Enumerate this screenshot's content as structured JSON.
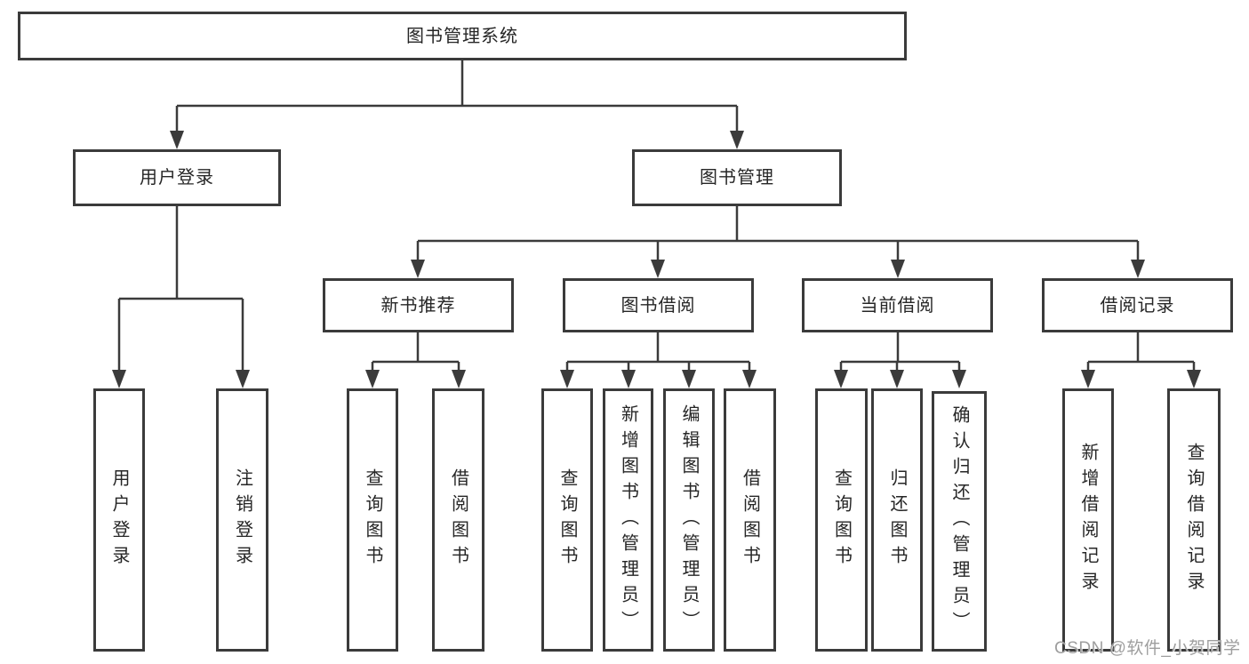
{
  "diagram": {
    "root": {
      "label": "图书管理系统"
    },
    "branches": [
      {
        "label": "用户登录",
        "children": [
          {
            "label": "用户登录"
          },
          {
            "label": "注销登录"
          }
        ]
      },
      {
        "label": "图书管理",
        "children": [
          {
            "label": "新书推荐",
            "children": [
              {
                "label": "查询图书"
              },
              {
                "label": "借阅图书"
              }
            ]
          },
          {
            "label": "图书借阅",
            "children": [
              {
                "label": "查询图书"
              },
              {
                "label": "新增图书（管理员）"
              },
              {
                "label": "编辑图书（管理员）"
              },
              {
                "label": "借阅图书"
              }
            ]
          },
          {
            "label": "当前借阅",
            "children": [
              {
                "label": "查询图书"
              },
              {
                "label": "归还图书"
              },
              {
                "label": "确认归还（管理员）"
              }
            ]
          },
          {
            "label": "借阅记录",
            "children": [
              {
                "label": "新增借阅记录"
              },
              {
                "label": "查询借阅记录"
              }
            ]
          }
        ]
      }
    ]
  },
  "watermark": {
    "text": "CSDN @软件_小贺同学"
  },
  "colors": {
    "line": "#3b3b3b",
    "box_border": "#3b3b3b",
    "box_background": "#ffffff",
    "text": "#262626",
    "watermark": "#9e9e9e"
  }
}
